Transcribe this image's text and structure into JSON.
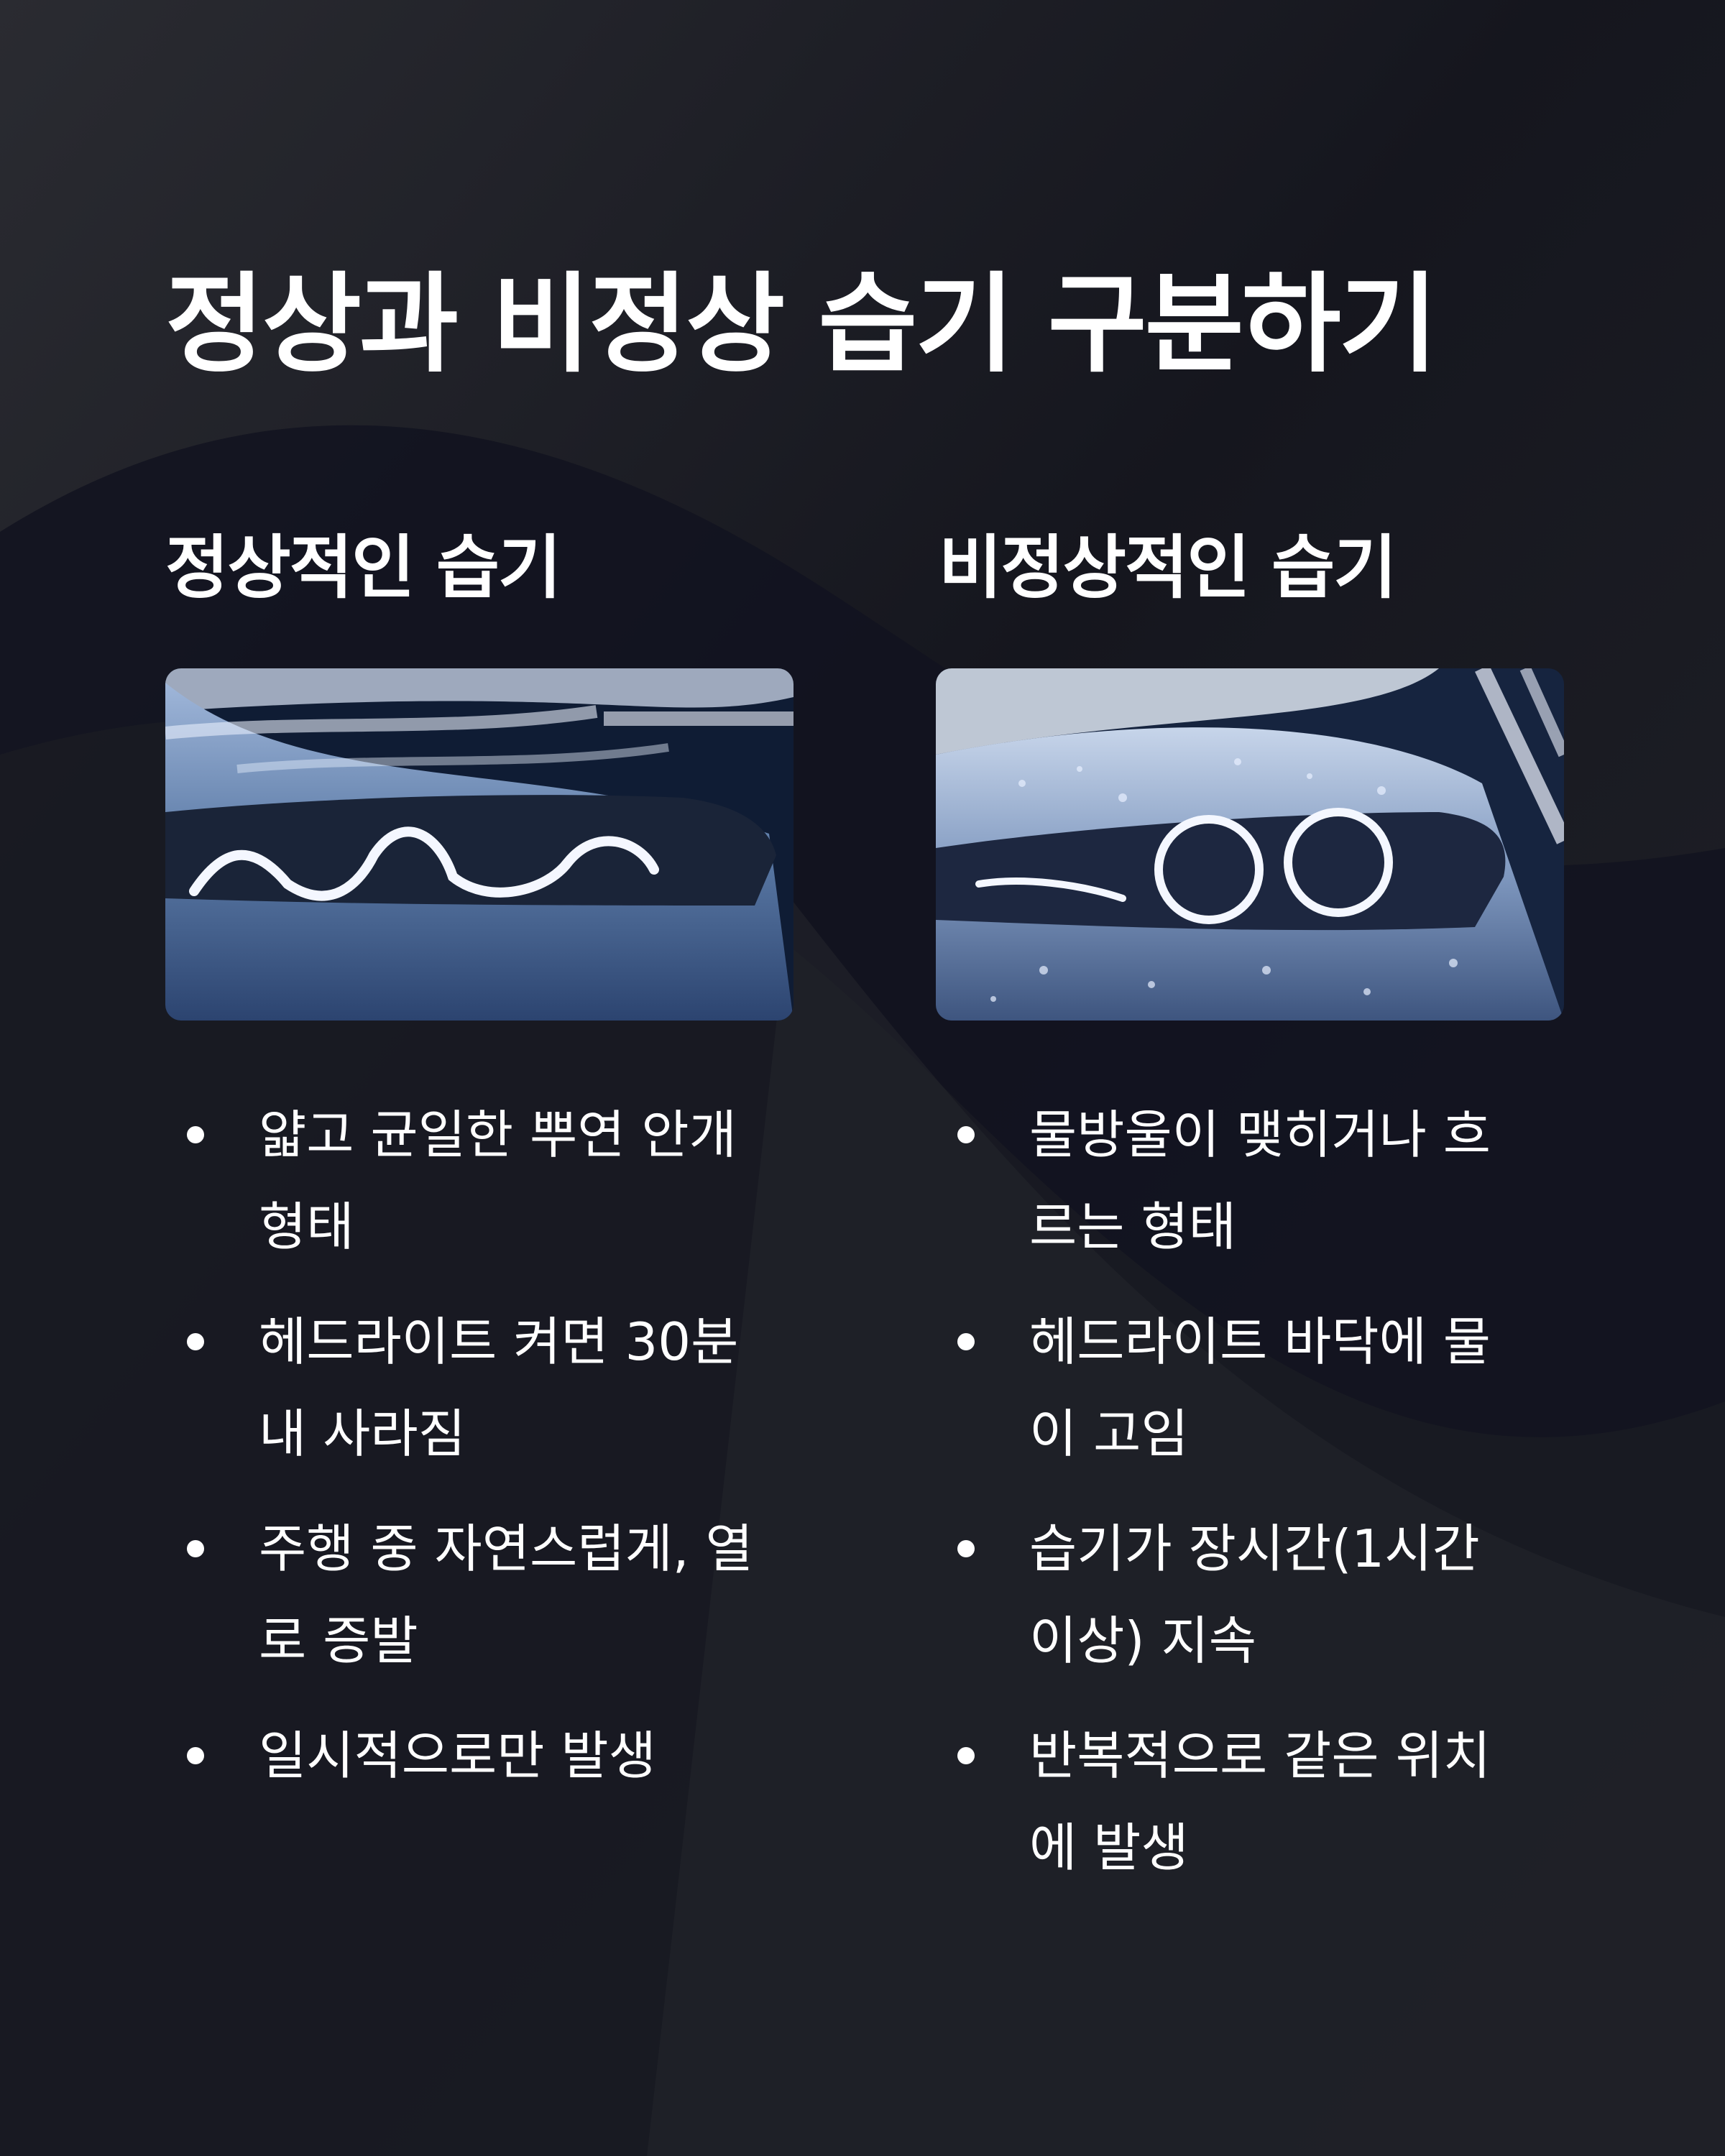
{
  "title": "정상과 비정상 습기 구분하기",
  "columns": [
    {
      "heading": "정상적인 습기",
      "image": "headlight-thin-mist-photo",
      "items": [
        "얇고 균일한 뿌연 안개 형태",
        "헤드라이트 켜면 30분 내 사라짐",
        "주행 중 자연스럽게, 열로 증발",
        "일시적으로만 발생"
      ]
    },
    {
      "heading": "비정상적인 습기",
      "image": "headlight-water-droplets-photo",
      "items": [
        "물방울이 맺히거나 흐르는 형태",
        "헤드라이트 바닥에 물이 고임",
        "습기가 장시간(1시간 이상) 지속",
        "반복적으로 같은 위치에 발생"
      ]
    }
  ],
  "colors": {
    "background": "#16171d",
    "text": "#ffffff",
    "headlight-ring": "#f4f7ff",
    "car-body": "#5f7fa8"
  }
}
